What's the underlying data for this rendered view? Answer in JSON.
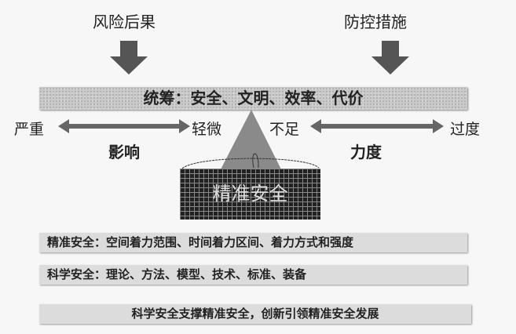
{
  "top": {
    "left_title": "风险后果",
    "right_title": "防控措施"
  },
  "bar_text": "统筹：安全、文明、效率、代价",
  "impact": {
    "left": "严重",
    "right": "轻微",
    "name": "影响"
  },
  "force": {
    "left": "不足",
    "right": "过度",
    "name": "力度"
  },
  "center": "精准安全",
  "boxes": [
    "精准安全：空间着力范围、时间着力区间、着力方式和强度",
    "科学安全：理论、方法、模型、技术、标准、装备",
    "科学安全支撑精准安全，创新引领精准安全发展"
  ]
}
